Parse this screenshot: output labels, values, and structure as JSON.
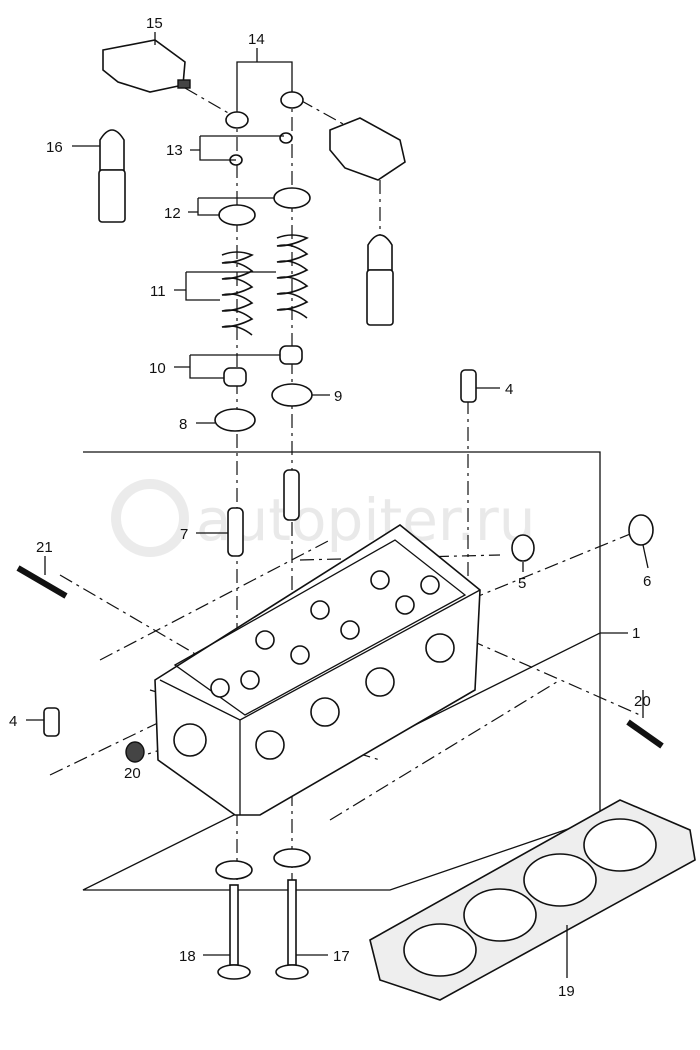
{
  "watermark": "autopiter.ru",
  "labels": {
    "p1": "1",
    "p4a": "4",
    "p4b": "4",
    "p5": "5",
    "p6": "6",
    "p7": "7",
    "p8": "8",
    "p9": "9",
    "p10": "10",
    "p11": "11",
    "p12": "12",
    "p13": "13",
    "p14": "14",
    "p15": "15",
    "p16": "16",
    "p17": "17",
    "p18": "18",
    "p19": "19",
    "p20a": "20",
    "p20b": "20",
    "p21": "21"
  }
}
